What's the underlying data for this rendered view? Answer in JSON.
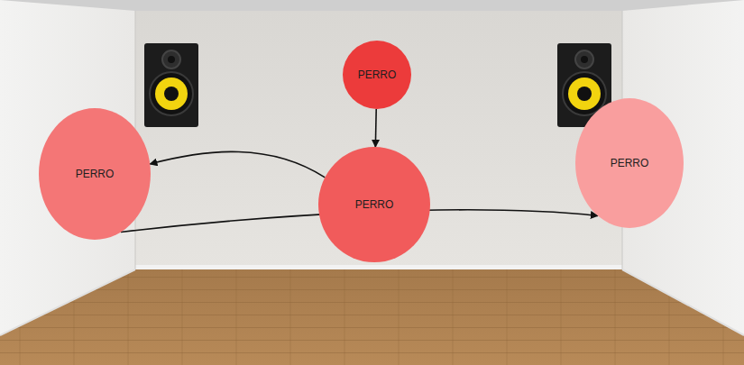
{
  "diagram": {
    "nodes": [
      {
        "text": [
          "PERRO"
        ]
      },
      {
        "text": [
          "PERRO"
        ]
      },
      {
        "text": [
          "PERRO"
        ]
      },
      {
        "text": [
          "PERRO"
        ]
      }
    ],
    "edges": [
      {
        "from": 0,
        "to": 1,
        "arrow": "to"
      },
      {
        "from": 1,
        "to": 2,
        "arrow": "to"
      },
      {
        "from": 2,
        "to": 3,
        "arrow": "to"
      }
    ]
  }
}
